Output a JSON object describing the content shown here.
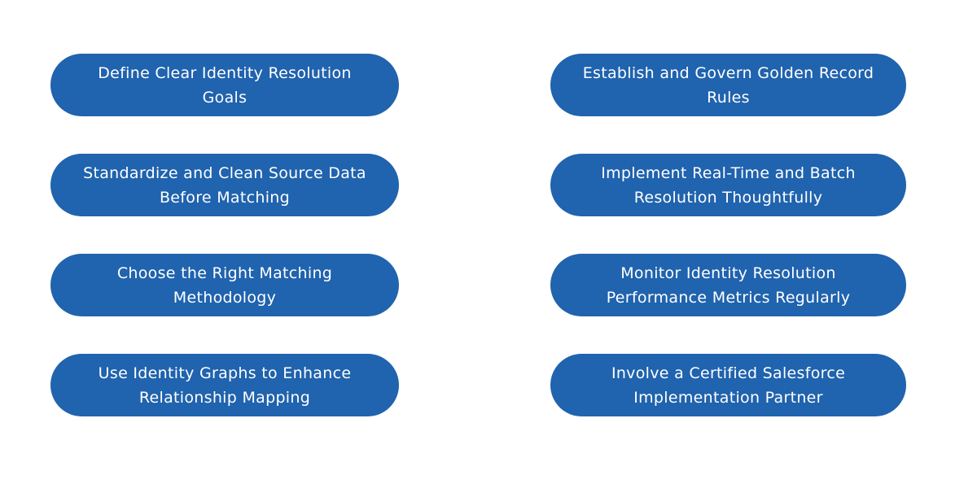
{
  "colors": {
    "page_bg": "#ffffff",
    "pill_bg": "#2063ae",
    "pill_text": "#ffffff"
  },
  "board": {
    "pills": [
      {
        "label": "Define Clear Identity Resolution\nGoals"
      },
      {
        "label": "Establish and Govern Golden Record\nRules"
      },
      {
        "label": "Standardize and Clean Source Data\nBefore Matching"
      },
      {
        "label": "Implement Real-Time and Batch\nResolution Thoughtfully"
      },
      {
        "label": "Choose the Right Matching\nMethodology"
      },
      {
        "label": "Monitor Identity Resolution\nPerformance Metrics Regularly"
      },
      {
        "label": "Use Identity Graphs to Enhance\nRelationship Mapping"
      },
      {
        "label": "Involve a Certified Salesforce\nImplementation Partner"
      }
    ]
  }
}
